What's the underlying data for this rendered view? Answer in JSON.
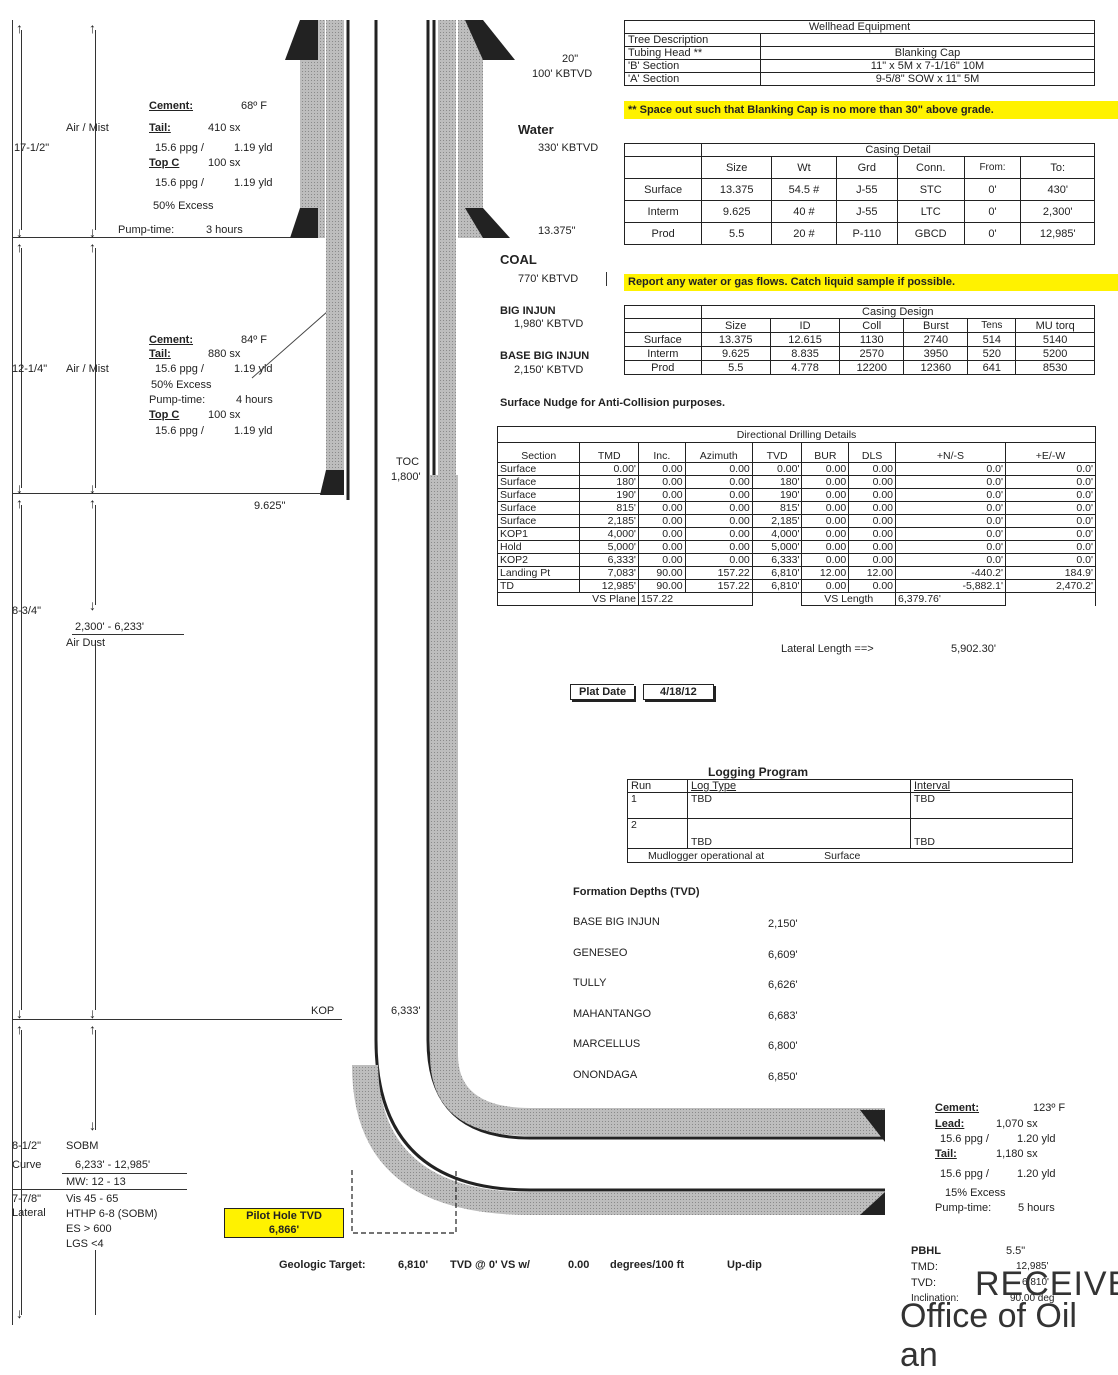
{
  "wellhead": {
    "title": "Wellhead Equipment",
    "rows": [
      {
        "label": "Tree Description",
        "value": ""
      },
      {
        "label": "Tubing Head **",
        "value": "Blanking Cap"
      },
      {
        "label": "'B' Section",
        "value": "11\" x 5M x 7-1/16\" 10M"
      },
      {
        "label": "'A' Section",
        "value": "9-5/8\" SOW x 11\" 5M"
      }
    ],
    "note": "** Space out such that Blanking Cap is no more than 30\" above grade."
  },
  "casing_detail": {
    "title": "Casing Detail",
    "headers": [
      "",
      "Size",
      "Wt",
      "Grd",
      "Conn.",
      "From:",
      "To:"
    ],
    "rows": [
      [
        "Surface",
        "13.375",
        "54.5 #",
        "J-55",
        "STC",
        "0'",
        "430'"
      ],
      [
        "Interm",
        "9.625",
        "40 #",
        "J-55",
        "LTC",
        "0'",
        "2,300'"
      ],
      [
        "Prod",
        "5.5",
        "20 #",
        "P-110",
        "GBCD",
        "0'",
        "12,985'"
      ]
    ]
  },
  "report_note": "Report any water or gas flows.  Catch liquid sample if possible.",
  "casing_design": {
    "title": "Casing Design",
    "headers": [
      "",
      "Size",
      "ID",
      "Coll",
      "Burst",
      "Tens",
      "MU torq"
    ],
    "rows": [
      [
        "Surface",
        "13.375",
        "12.615",
        "1130",
        "2740",
        "514",
        "5140"
      ],
      [
        "Interm",
        "9.625",
        "8.835",
        "2570",
        "3950",
        "520",
        "5200"
      ],
      [
        "Prod",
        "5.5",
        "4.778",
        "12200",
        "12360",
        "641",
        "8530"
      ]
    ]
  },
  "nudge_note": "Surface Nudge for Anti-Collision purposes.",
  "directional": {
    "title": "Directional Drilling Details",
    "headers": [
      "Section",
      "TMD",
      "Inc.",
      "Azimuth",
      "TVD",
      "BUR",
      "DLS",
      "+N/-S",
      "+E/-W"
    ],
    "rows": [
      [
        "Surface",
        "0.00'",
        "0.00",
        "0.00",
        "0.00'",
        "0.00",
        "0.00",
        "0.0'",
        "0.0'"
      ],
      [
        "Surface",
        "180'",
        "0.00",
        "0.00",
        "180'",
        "0.00",
        "0.00",
        "0.0'",
        "0.0'"
      ],
      [
        "Surface",
        "190'",
        "0.00",
        "0.00",
        "190'",
        "0.00",
        "0.00",
        "0.0'",
        "0.0'"
      ],
      [
        "Surface",
        "815'",
        "0.00",
        "0.00",
        "815'",
        "0.00",
        "0.00",
        "0.0'",
        "0.0'"
      ],
      [
        "Surface",
        "2,185'",
        "0.00",
        "0.00",
        "2,185'",
        "0.00",
        "0.00",
        "0.0'",
        "0.0'"
      ],
      [
        "KOP1",
        "4,000'",
        "0.00",
        "0.00",
        "4,000'",
        "0.00",
        "0.00",
        "0.0'",
        "0.0'"
      ],
      [
        "Hold",
        "5,000'",
        "0.00",
        "0.00",
        "5,000'",
        "0.00",
        "0.00",
        "0.0'",
        "0.0'"
      ],
      [
        "KOP2",
        "6,333'",
        "0.00",
        "0.00",
        "6,333'",
        "0.00",
        "0.00",
        "0.0'",
        "0.0'"
      ],
      [
        "Landing Pt",
        "7,083'",
        "90.00",
        "157.22",
        "6,810'",
        "12.00",
        "12.00",
        "-440.2'",
        "184.9'"
      ],
      [
        "TD",
        "12,985'",
        "90.00",
        "157.22",
        "6,810'",
        "0.00",
        "0.00",
        "-5,882.1'",
        "2,470.2'"
      ]
    ],
    "vs_plane_label": "VS Plane",
    "vs_plane": "157.22",
    "vs_length_label": "VS Length",
    "vs_length": "6,379.76'",
    "lateral_label": "Lateral Length ==>",
    "lateral_length": "5,902.30'"
  },
  "plat": {
    "label": "Plat Date",
    "date": "4/18/12"
  },
  "logging": {
    "title": "Logging Program",
    "headers": [
      "Run",
      "Log Type",
      "Interval"
    ],
    "rows": [
      [
        "1",
        "TBD",
        "TBD"
      ],
      [
        "2",
        "TBD",
        "TBD"
      ]
    ],
    "mudlogger": "Mudlogger operational at",
    "mudlogger_at": "Surface"
  },
  "formations": {
    "title": "Formation Depths (TVD)",
    "rows": [
      [
        "BASE BIG INJUN",
        "2,150'"
      ],
      [
        "GENESEO",
        "6,609'"
      ],
      [
        "TULLY",
        "6,626'"
      ],
      [
        "MAHANTANGO",
        "6,683'"
      ],
      [
        "MARCELLUS",
        "6,800'"
      ],
      [
        "ONONDAGA",
        "6,850'"
      ]
    ]
  },
  "left": {
    "hole1": "17-1/2\"",
    "fluid1": "Air / Mist",
    "cem1": {
      "title": "Cement:",
      "temp": "68º F",
      "tail": "Tail:",
      "tail_sx": "410 sx",
      "ppg": "15.6 ppg /",
      "yld": "1.19 yld",
      "topc": "Top C",
      "topc_sx": "100 sx",
      "ppg2": "15.6 ppg /",
      "yld2": "1.19 yld",
      "excess": "50%  Excess",
      "pump": "Pump-time:",
      "pump_v": "3 hours"
    },
    "hole2": "12-1/4\"",
    "fluid2": "Air / Mist",
    "cem2": {
      "title": "Cement:",
      "temp": "84º F",
      "tail": "Tail:",
      "tail_sx": "880 sx",
      "ppg": "15.6 ppg /",
      "yld": "1.19 yld",
      "excess": "50%  Excess",
      "pump": "Pump-time:",
      "pump_v": "4 hours",
      "topc": "Top C",
      "topc_sx": "100 sx",
      "ppg2": "15.6 ppg /",
      "yld2": "1.19 yld"
    },
    "hole3": "8-3/4\"",
    "range3": "2,300' -     6,233'",
    "fluid3": "Air Dust",
    "hole4": "8-1/2\"",
    "fluid4": "SOBM",
    "curve": "Curve",
    "curve_range": "6,233' -     12,985'",
    "mw": "MW:         12    -   13",
    "hole5": "7-7/8\"",
    "lateral": "Lateral",
    "vis": "Vis 45 - 65",
    "hthp": "HTHP 6-8 (SOBM)",
    "es": "ES > 600",
    "lgs": "LGS <4"
  },
  "schematic": {
    "csg20": "20\"",
    "csg20_depth": "100' KBTVD",
    "water": "Water",
    "water_depth": "330' KBTVD",
    "csg13": "13.375\"",
    "coal": "COAL",
    "coal_depth": "770' KBTVD",
    "bigi": "BIG INJUN",
    "bigi_depth": "1,980' KBTVD",
    "bbigi": "BASE BIG INJUN",
    "bbigi_depth": "2,150' KBTVD",
    "toc": "TOC",
    "toc_depth": "1,800'",
    "csg9": "9.625\"",
    "kop": "KOP",
    "kop_depth": "6,333'",
    "pilot_title": "Pilot Hole TVD",
    "pilot_value": "6,866'"
  },
  "target": {
    "label": "Geologic Target:",
    "tvd": "6,810'",
    "tvd_label": "TVD @ 0' VS w/",
    "deg": "0.00",
    "deg_label": "degrees/100 ft",
    "dir": "Up-dip"
  },
  "prod_cement": {
    "title": "Cement:",
    "temp": "123º F",
    "lead": "Lead:",
    "lead_sx": "1,070 sx",
    "ppg": "15.6 ppg /",
    "yld": "1.20 yld",
    "tail": "Tail:",
    "tail_sx": "1,180 sx",
    "ppg2": "15.6 ppg /",
    "yld2": "1.20 yld",
    "excess": "15%  Excess",
    "pump": "Pump-time:",
    "pump_v": "5 hours"
  },
  "pbhl": {
    "title": "PBHL",
    "size": "5.5\"",
    "tmd_l": "TMD:",
    "tmd": "12,985'",
    "tvd_l": "TVD:",
    "tvd": "6,810'",
    "inc_l": "Inclination:",
    "inc": "90.00 deg"
  },
  "stamp": {
    "received": "RECEIVED",
    "office": "Office of Oil an"
  }
}
